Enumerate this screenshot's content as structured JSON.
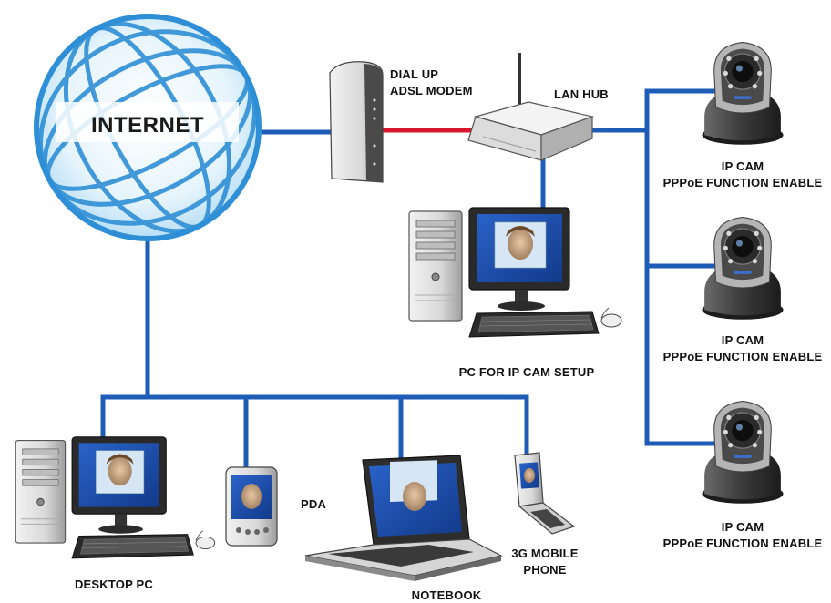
{
  "colors": {
    "link": "#1f5cb8",
    "modem_link": "#d8182a",
    "globe": "#2f8fd6",
    "globe_light": "#e6f4fc",
    "device_gray": "#d8d8d8",
    "screen_blue": "#1e4fb3"
  },
  "labels": {
    "internet": "INTERNET",
    "modem_line1": "DIAL UP",
    "modem_line2": "ADSL MODEM",
    "lan_hub": "LAN HUB",
    "pc_setup": "PC FOR IP CAM SETUP",
    "desktop_pc": "DESKTOP PC",
    "pda": "PDA",
    "notebook": "NOTEBOOK",
    "phone_line1": "3G MOBILE",
    "phone_line2": "PHONE",
    "cams": [
      {
        "line1": "IP CAM",
        "line2": "PPPoE FUNCTION ENABLE"
      },
      {
        "line1": "IP CAM",
        "line2": "PPPoE FUNCTION ENABLE"
      },
      {
        "line1": "IP CAM",
        "line2": "PPPoE FUNCTION ENABLE"
      }
    ]
  },
  "icons": {
    "globe": "globe-icon",
    "modem": "modem-icon",
    "hub": "router-icon",
    "pc": "desktop-computer-icon",
    "pda": "pda-icon",
    "notebook": "laptop-icon",
    "phone": "flip-phone-icon",
    "cam": "ip-camera-icon"
  }
}
